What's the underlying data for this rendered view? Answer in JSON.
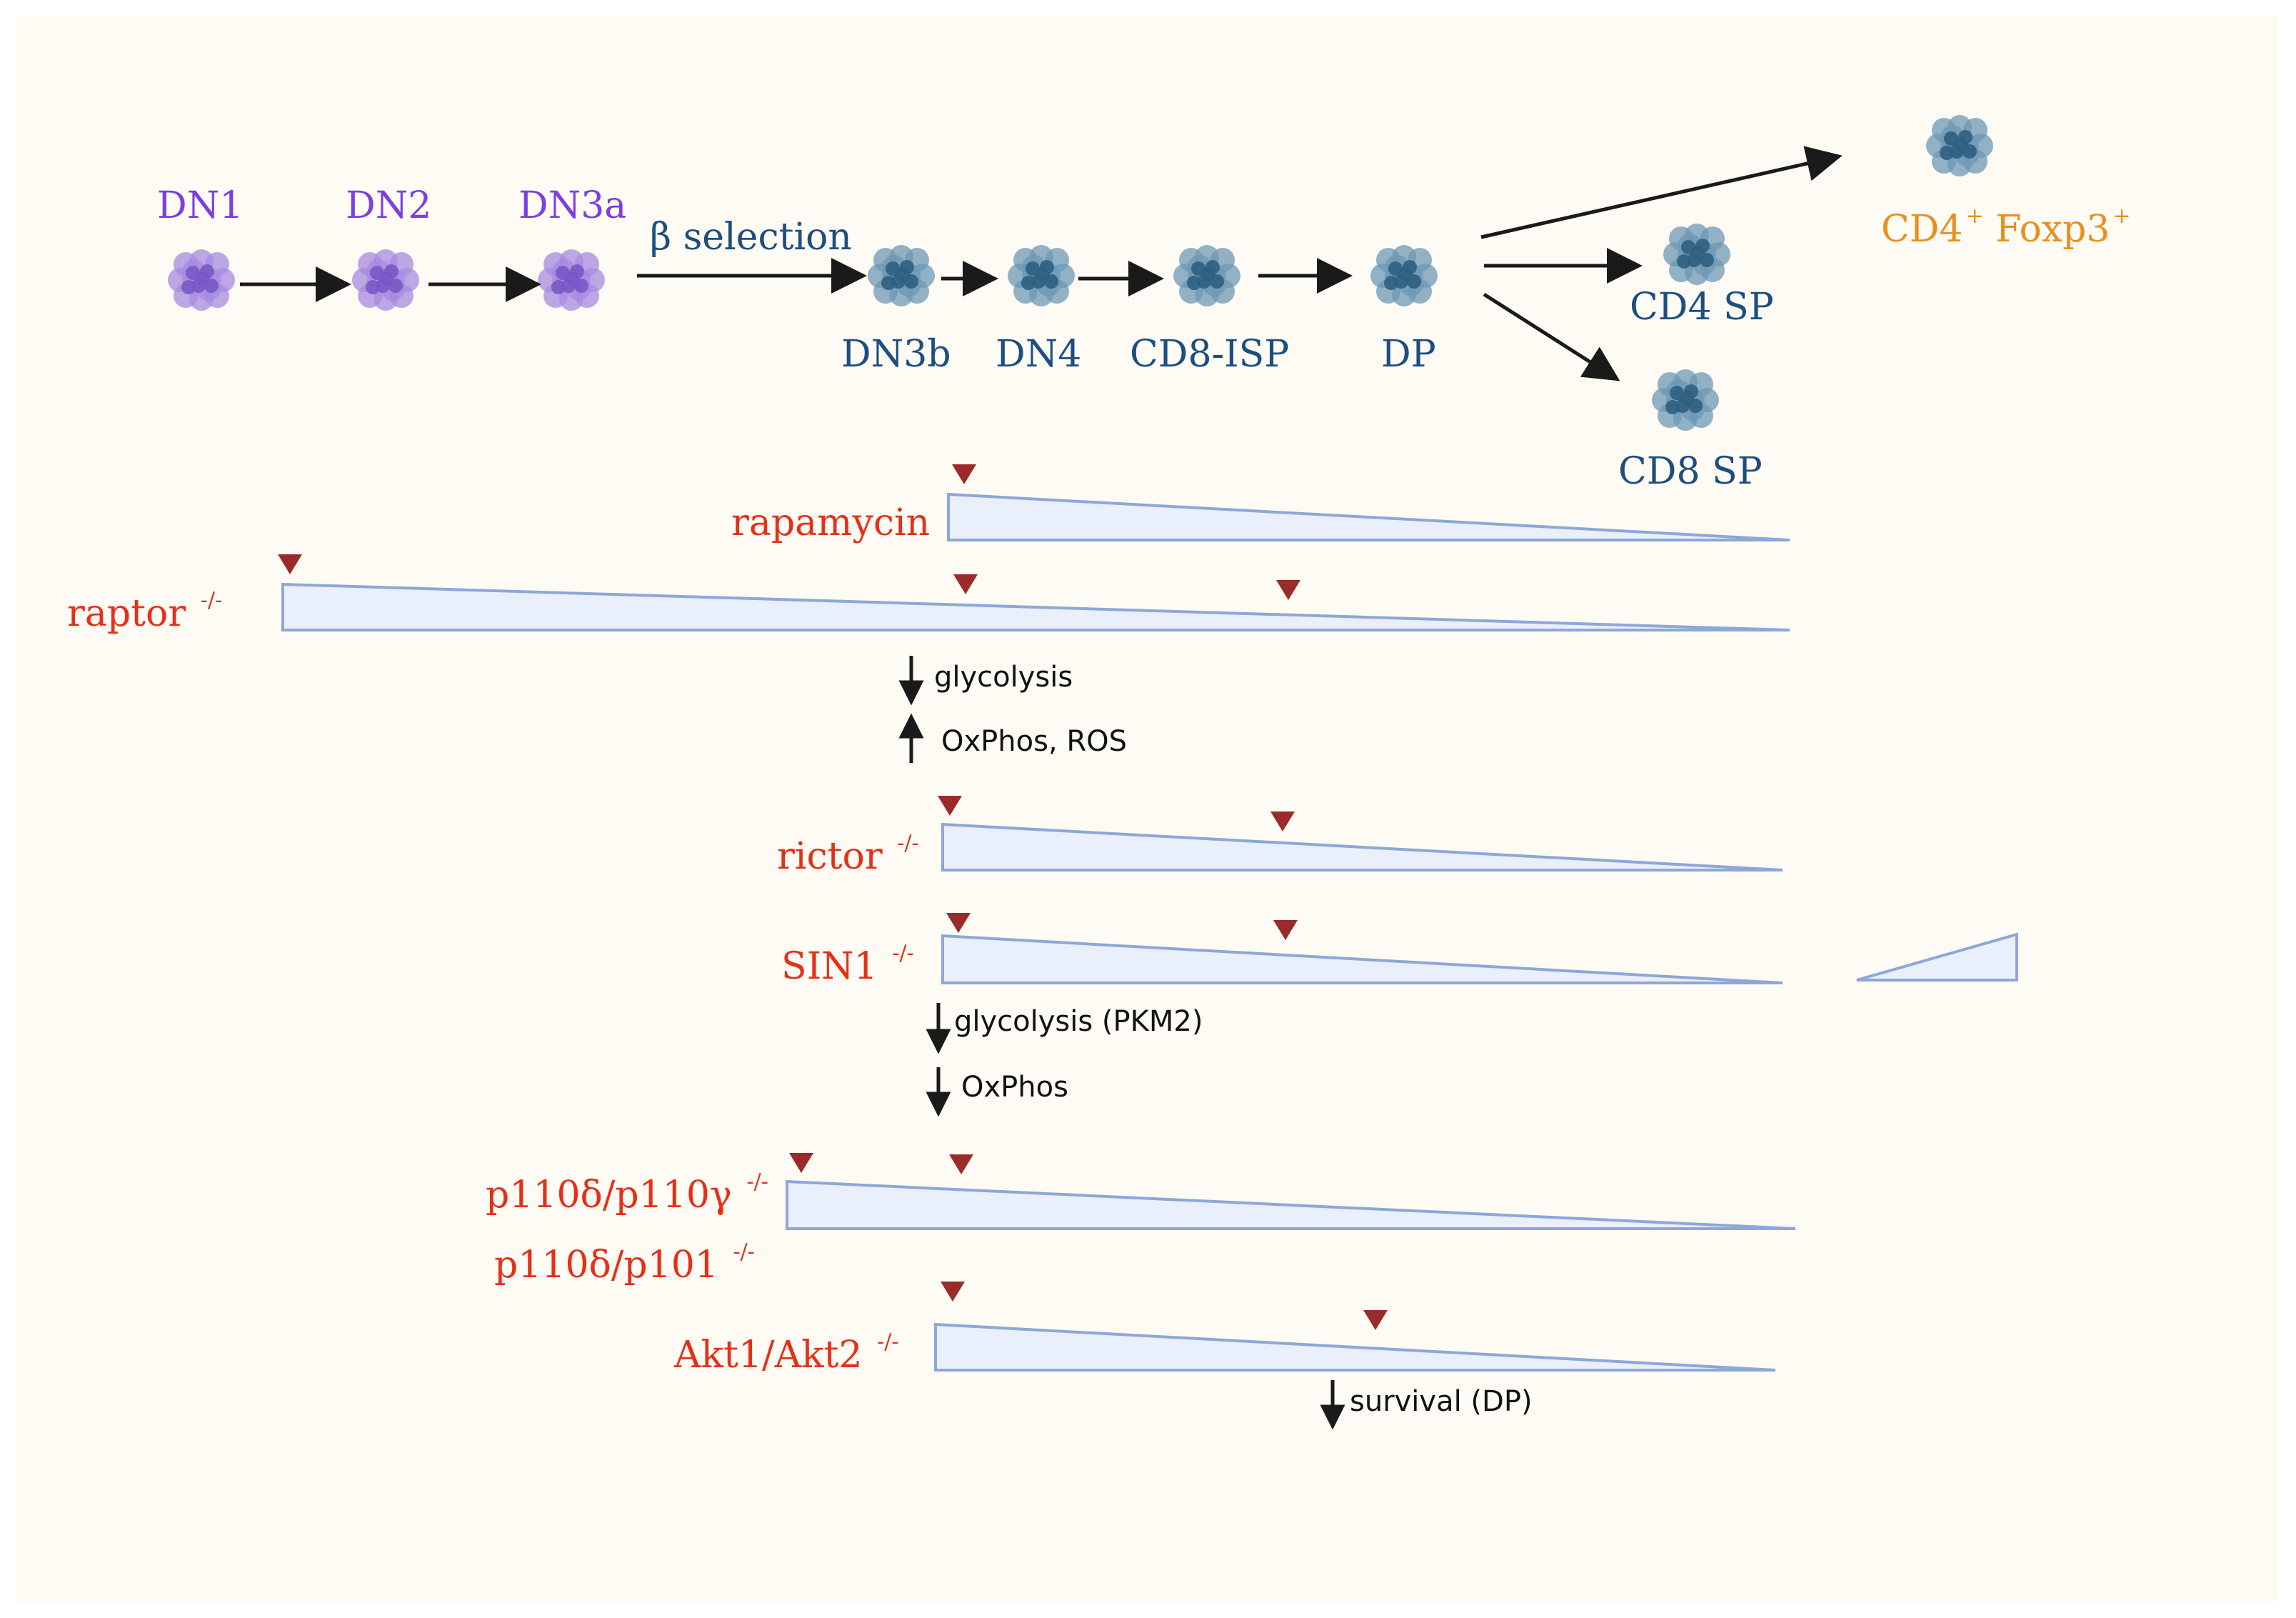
{
  "colors": {
    "background": "#fdfbf4",
    "early_stage": "#7b3fe4",
    "late_stage": "#1d4e7e",
    "treg": "#e8901e",
    "mutant": "#e33119",
    "wedge_fill": "#e9f0fb",
    "wedge_stroke": "#8ea7d8",
    "marker": "#9b2a2a",
    "arrow": "#1a1a1a"
  },
  "stages": {
    "dn1": "DN1",
    "dn2": "DN2",
    "dn3a": "DN3a",
    "dn3b": "DN3b",
    "dn4": "DN4",
    "cd8_isp": "CD8-ISP",
    "dp": "DP",
    "cd4_sp": "CD4 SP",
    "cd8_sp": "CD8 SP",
    "treg_base": "CD4",
    "treg_sup1": "+",
    "treg_mid": " Foxp3",
    "treg_sup2": "+"
  },
  "checkpoint": "β selection",
  "knockout_superscript": "-/-",
  "mutants": {
    "rapamycin": "rapamycin",
    "raptor": "raptor",
    "rictor": "rictor",
    "sin1": "SIN1",
    "p110_gamma": "p110δ/p110γ",
    "p110_p101": "p110δ/p101",
    "akt": "Akt1/Akt2"
  },
  "effects": {
    "glycolysis_down": "glycolysis",
    "oxphos_ros_up": "OxPhos, ROS",
    "glycolysis_pkm2_down": "glycolysis (PKM2)",
    "oxphos_down": "OxPhos",
    "survival_down": "survival (DP)"
  }
}
